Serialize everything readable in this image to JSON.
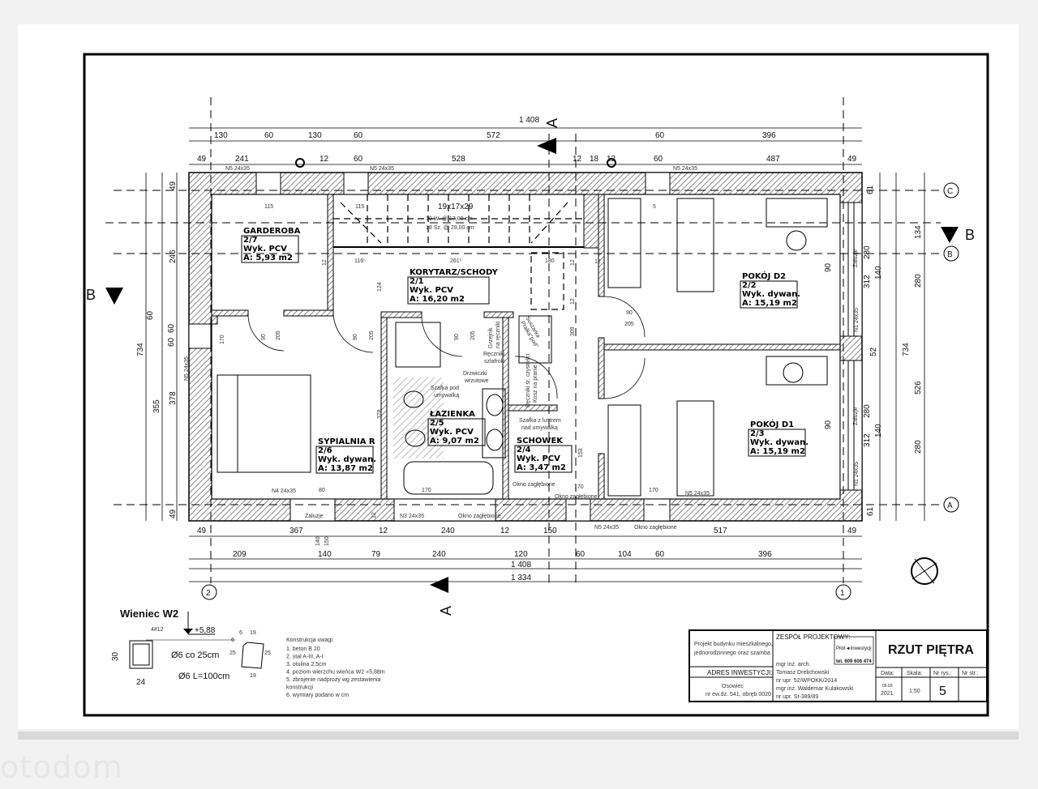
{
  "drawing": {
    "section_marks": {
      "a_top": "A",
      "a_bottom": "A",
      "b_left": "B",
      "b_right": "B"
    },
    "grid_axes": {
      "c": "C",
      "b": "B",
      "a": "A",
      "one": "1",
      "two": "2"
    },
    "dims_top_total": "1 408",
    "dims_top_row1": [
      "130",
      "60",
      "130",
      "60",
      "572",
      "60",
      "396"
    ],
    "dims_top_row2": [
      "49",
      "241",
      "12",
      "60",
      "528",
      "12",
      "18",
      "12",
      "60",
      "487",
      "49"
    ],
    "dims_bottom_row1": [
      "49",
      "367",
      "12",
      "240",
      "12",
      "150",
      "517",
      "49"
    ],
    "dims_bottom_row2": [
      "209",
      "140",
      "79",
      "240",
      "120",
      "60",
      "104",
      "60",
      "396"
    ],
    "dims_bottom_total1": "1 408",
    "dims_bottom_total2": "1 334",
    "dims_left": [
      "734",
      "355",
      "378",
      "49",
      "246",
      "60",
      "49",
      "60",
      "60"
    ],
    "dims_right": [
      "61",
      "134",
      "280",
      "52",
      "280",
      "61",
      "734",
      "526",
      "312",
      "312",
      "280",
      "140",
      "280",
      "140",
      "90",
      "90"
    ],
    "dims_inner": [
      "116⁵",
      "261⁵",
      "180",
      "12",
      "12",
      "124",
      "309",
      "378",
      "170",
      "205",
      "90",
      "205",
      "90",
      "205",
      "90",
      "205",
      "90",
      "115",
      "115",
      "5",
      "170",
      "170",
      "170",
      "80",
      "140",
      "150",
      "12",
      "12",
      "153",
      "12"
    ],
    "stairs": {
      "size": "19x17x29",
      "risers": "19 W. @ 17,00 cm",
      "treads": "18 Sz. @ 29,00 cm"
    },
    "rooms": [
      {
        "name": "GARDEROBA",
        "no": "2/7",
        "floor": "Wyk. PCV",
        "area": "A: 5,93 m2"
      },
      {
        "name": "KORYTARZ/SCHODY",
        "no": "2/1",
        "floor": "Wyk. PCV",
        "area": "A: 16,20 m2"
      },
      {
        "name": "POKÓJ D2",
        "no": "2/2",
        "floor": "Wyk. dywan.",
        "area": "A: 15,19 m2"
      },
      {
        "name": "POKÓJ D1",
        "no": "2/3",
        "floor": "Wyk. dywan.",
        "area": "A: 15,19 m2"
      },
      {
        "name": "SYPIALNIA R",
        "no": "2/6",
        "floor": "Wyk. dywan.",
        "area": "A: 13,87 m2"
      },
      {
        "name": "ŁAZIENKA",
        "no": "2/5",
        "floor": "Wyk. PCV",
        "area": "A: 9,07 m2"
      },
      {
        "name": "SCHOWEK",
        "no": "2/4",
        "floor": "Wyk. PCV",
        "area": "A: 3,47 m2"
      }
    ],
    "lintels": {
      "n5a": "N5 24x35",
      "n5b": "N5 24x35",
      "n5c": "N5 24x35",
      "n5d": "N5 24x35",
      "n5e": "N5 24x35",
      "n5f": "N5 24x35",
      "n4": "N4 24x35",
      "n3": "N3 24x35",
      "n1a": "N1 24x35",
      "n1b": "N1 24x35"
    },
    "annotations": {
      "okno1": "Okno zagłębione",
      "okno2": "Okno zagłębione",
      "okno3": "Okno zagłębione",
      "okno4": "Okno zagłębione",
      "zaluzje1": "Żaluzje",
      "zaluzje2": "Żaluzje",
      "zaluzje3": "Żaluzje",
      "szafka_pod": "Szafka pod",
      "szafka_pod2": "umywalką",
      "szafka_lustro": "Szafka z lustrem",
      "szafka_lustro2": "nad umywalką",
      "drzwiczki": "Drzwiczki",
      "drzwiczki2": "wrzutowe",
      "grzejnik": "Grzejnik",
      "grzejnik2": "na ręczniki",
      "reczniki": "Ręczniki",
      "reczniki2": "szlafroki",
      "suszarka": "Suszarka",
      "suszarka2": "Pralka\"pod\"",
      "srodki": "Ręczniki śr. czystości",
      "srodki2": "Kosz na pranie"
    }
  },
  "detail": {
    "title": "Wieniec W2",
    "level": "+5,88",
    "rebar": "4#12",
    "stirrup": "Ø6 co 25cm",
    "stirrup_len": "Ø6 L=100cm",
    "h": "30",
    "w": "24",
    "bend": [
      "6",
      "19",
      "6",
      "25",
      "25",
      "19"
    ]
  },
  "notes": {
    "title": "Konstrukcja uwagi:",
    "items": [
      "1. beton B 20",
      "2. stal A-III, A-I",
      "3. otulina 2,5cm",
      "4. poziom wierzchu wieńca W2 +5,88m",
      "5. zbrojenie nadproży wg zestawienia",
      "konstrukcji",
      "6. wymiary podano w cm"
    ]
  },
  "title_block": {
    "project_line1": "Projekt budynku mieszkalnego,",
    "project_line2": "jednorodzinnego oraz szamba",
    "address_label": "ADRES INWESTYCJI:",
    "address_line1": "Osowiec",
    "address_line2": "nr ew.dz. 541, obręb 0020",
    "team_label": "ZESPÓŁ PROJEKTOWY:",
    "stamp_line1": "Pilot◄Inwestycji",
    "stamp_tel": "tel. 609 606 474",
    "team_line1": "mgr inż. arch.",
    "team_line2": "Tomasz Drelichowski",
    "team_line3": "nr upr. 52/WPOKK/2014",
    "team_line4": "mgr inż. Waldemar Kulakowski",
    "team_line5": "nr upr. St-389/89",
    "sheet_title": "RZUT PIĘTRA",
    "date_label": "Data:",
    "date_day": "05.03",
    "date_year": "2021",
    "scale_label": "Skala:",
    "scale": "1:50",
    "drawing_no_label": "Nr rys.:",
    "drawing_no": "5",
    "page_no_label": "Nr str.:"
  },
  "watermark": "otodom"
}
